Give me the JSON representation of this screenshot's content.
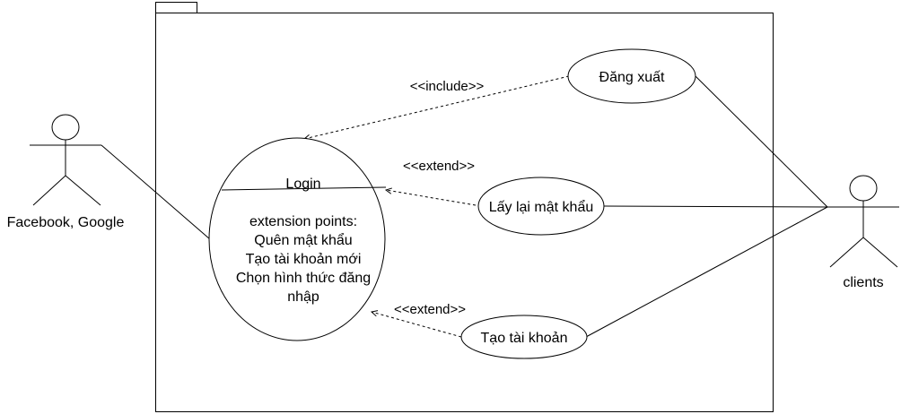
{
  "actors": {
    "left": {
      "label": "Facebook, Google"
    },
    "right": {
      "label": "clients"
    }
  },
  "use_cases": {
    "login": {
      "title": "Login",
      "extension_points_heading": "extension points:",
      "extension_points": [
        "Quên mật khẩu",
        "Tạo tài khoản mới",
        "Chọn hình thức đăng",
        "nhập"
      ]
    },
    "logout": {
      "label": "Đăng xuất"
    },
    "recover_password": {
      "label": "Lấy lại mật khẩu"
    },
    "create_account": {
      "label": "Tạo tài khoản"
    }
  },
  "relations": {
    "include": "<<include>>",
    "extend_recover": "<<extend>>",
    "extend_create": "<<extend>>"
  },
  "colors": {
    "stroke": "#000000",
    "background": "#ffffff"
  }
}
